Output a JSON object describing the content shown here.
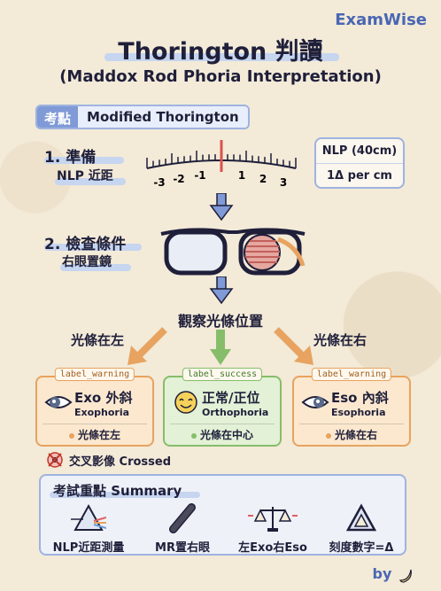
{
  "brand": "ExamWise",
  "title": "Thorington 判讀",
  "subtitle": "(Maddox Rod Phoria Interpretation)",
  "tag": {
    "chip": "考點",
    "text": "Modified Thorington"
  },
  "step1": {
    "num": "1. 準備",
    "sub": "NLP 近距"
  },
  "ruler": {
    "ticks": [
      "-3",
      "-2",
      "-1",
      "1",
      "2",
      "3"
    ]
  },
  "nlp_box": {
    "line1": "NLP (40cm)",
    "line2": "1Δ per cm"
  },
  "step2": {
    "num": "2. 檢查條件",
    "sub": "右眼置鏡"
  },
  "observe": "觀察光條位置",
  "directions": {
    "left": "光條在左",
    "right": "光條在右"
  },
  "cards": [
    {
      "badge": "label_warning",
      "name": "Exo 外斜",
      "sub": "Exophoria",
      "bullet": "光條在左",
      "icon": "eye-icon"
    },
    {
      "badge": "label_success",
      "name": "正常/正位",
      "sub": "Orthophoria",
      "bullet": "光條在中心",
      "icon": "smiley-icon"
    },
    {
      "badge": "label_warning",
      "name": "Eso 內斜",
      "sub": "Esophoria",
      "bullet": "光條在右",
      "icon": "eye-icon"
    }
  ],
  "crossed": "交叉影像 Crossed",
  "summary": {
    "head": "考試重點 Summary",
    "items": [
      {
        "label": "NLP近距測量",
        "icon": "prism-icon"
      },
      {
        "label": "MR置右眼",
        "icon": "maddox-rod-icon"
      },
      {
        "label": "左Exo右Eso",
        "icon": "balance-scale-icon"
      },
      {
        "label": "刻度數字=Δ",
        "icon": "triangle-icon"
      }
    ]
  },
  "by": "by",
  "colors": {
    "accent": "#4a67b3",
    "warning": "#e7a35f",
    "success": "#86bd6a",
    "ruler_red": "#d9534f"
  }
}
